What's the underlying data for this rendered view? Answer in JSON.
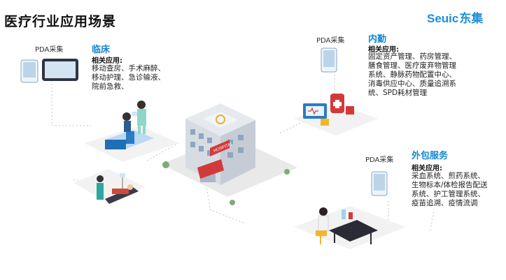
{
  "title": "医疗行业应用场景",
  "logo": {
    "brand": "Seuic",
    "cn": "东集",
    "color": "#1b8fd6"
  },
  "accent_color": "#1586d1",
  "sections": {
    "clinical": {
      "pda_label": "PDA采集",
      "title": "临床",
      "apps_label": "相关应用:",
      "lines": [
        "移动查房、手术麻醉、",
        "移动护理、急诊输液、",
        "院前急救、"
      ]
    },
    "internal": {
      "pda_label": "PDA采集",
      "title": "内勤",
      "apps_label": "相关应用:",
      "lines": [
        "固定资产管理、药房管理、",
        "膳食管理、医疗废弃物管理",
        "系统、静脉药物配置中心、",
        "消毒供应中心、质量追溯系",
        "统、SPD耗材管理"
      ]
    },
    "outsourcing": {
      "pda_label": "PDA采集",
      "title": "外包服务",
      "apps_label": "相关应用:",
      "lines": [
        "采血系统、煎药系统、",
        "生物标本/体检报告配送",
        "系统、护工管理系统、",
        "疫苗追溯、疫情流调"
      ]
    }
  },
  "hospital_sign": "HOSPITAL",
  "icons": [
    "pda-device-icon",
    "tablet-icon",
    "hospital-building-icon",
    "nurse-bed-icon",
    "ambulance-stretcher-icon",
    "medicine-box-icon",
    "lab-worker-icon"
  ]
}
